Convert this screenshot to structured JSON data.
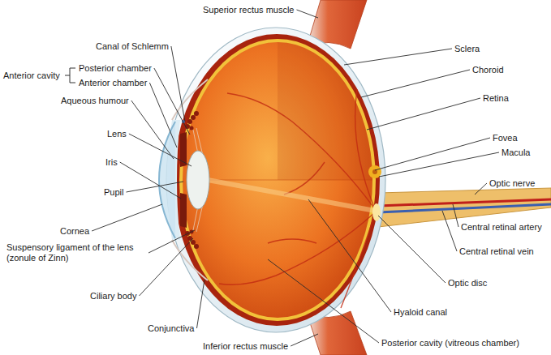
{
  "diagram": {
    "labels": [
      "Superior rectus muscle",
      "Canal of Schlemm",
      "Sclera",
      "Anterior cavity",
      "Posterior chamber",
      "Anterior chamber",
      "Choroid",
      "Aqueous humour",
      "Retina",
      "Lens",
      "Fovea",
      "Iris",
      "Macula",
      "Pupil",
      "Optic nerve",
      "Cornea",
      "Central retinal artery",
      "Suspensory ligament of the lens (zonule of Zinn)",
      "Central retinal vein",
      "Ciliary body",
      "Optic disc",
      "Hyaloid canal",
      "Conjunctiva",
      "Inferior rectus muscle",
      "Posterior cavity (vitreous chamber)"
    ]
  }
}
